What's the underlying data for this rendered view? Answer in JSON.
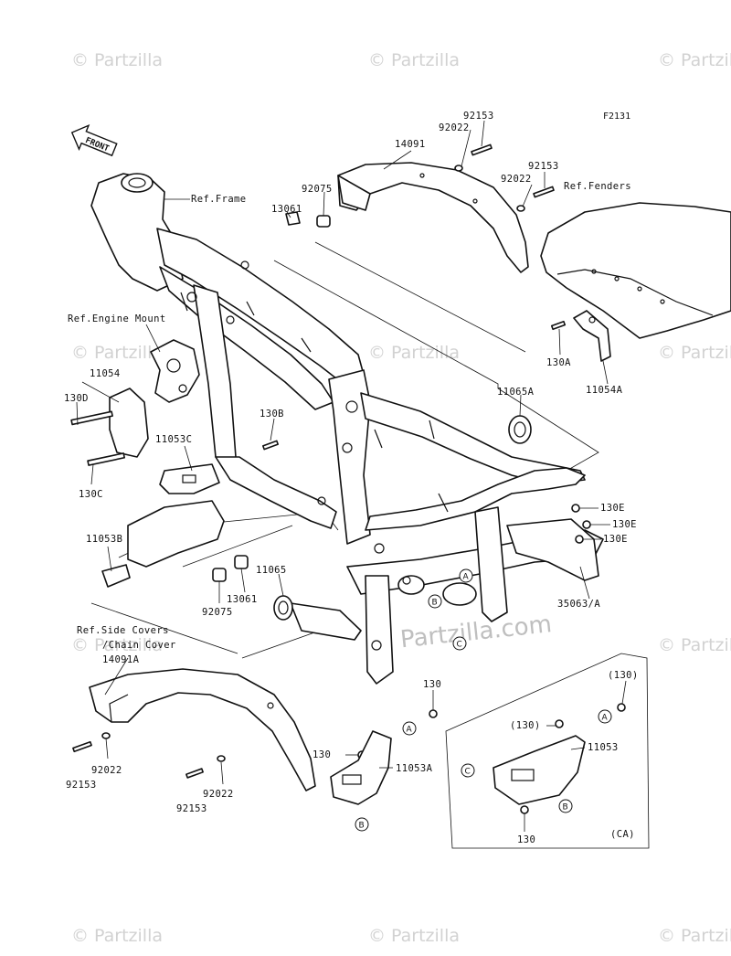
{
  "diagram_code": "F2131",
  "front_marker": "FRONT",
  "watermark": "© Partzilla",
  "watermark_center": "© Partzilla.com",
  "callouts": {
    "A": "A",
    "B": "B",
    "C": "C"
  },
  "labels": {
    "ref_frame": "Ref.Frame",
    "ref_engine_mount": "Ref.Engine Mount",
    "ref_fenders": "Ref.Fenders",
    "ref_side_covers": "Ref.Side Covers",
    "chain_cover": "/Chain Cover",
    "p14091": "14091",
    "p92022_a": "92022",
    "p92153_a": "92153",
    "p92022_b": "92022",
    "p92153_b": "92153",
    "p92075_a": "92075",
    "p13061_a": "13061",
    "p130A": "130A",
    "p11054A": "11054A",
    "p11054": "11054",
    "p130D": "130D",
    "p130C": "130C",
    "p130B": "130B",
    "p11053C": "11053C",
    "p11065A": "11065A",
    "p130E_1": "130E",
    "p130E_2": "130E",
    "p130E_3": "130E",
    "p35063A": "35063/A",
    "p11053B": "11053B",
    "p11065": "11065",
    "p13061_b": "13061",
    "p92075_b": "92075",
    "p14091A": "14091A",
    "p92022_c": "92022",
    "p92153_c": "92153",
    "p92022_d": "92022",
    "p92153_d": "92153",
    "p130_a": "130",
    "p130_b": "130",
    "p11053A": "11053A",
    "p130_paren_1": "(130)",
    "p130_paren_2": "(130)",
    "p11053": "11053",
    "p130_c": "130",
    "pCA": "(CA)"
  }
}
